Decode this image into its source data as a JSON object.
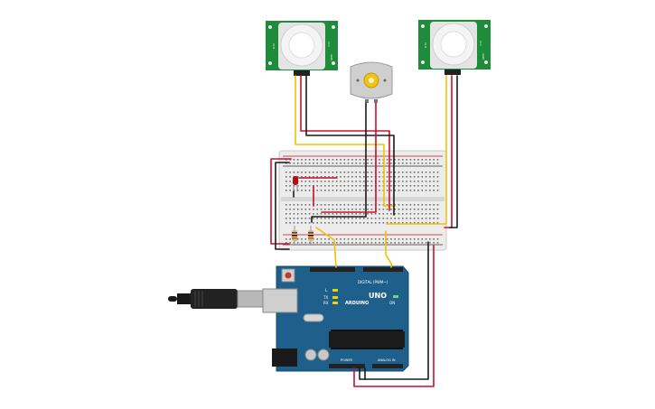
{
  "pir_left": {
    "labels": [
      "OUT",
      "VCC",
      "GND"
    ]
  },
  "pir_right": {
    "labels": [
      "OUT",
      "VCC",
      "GND"
    ]
  },
  "arduino": {
    "brand": "ARDUINO",
    "model": "UNO",
    "digital_label": "DIGITAL (PWM~)",
    "power_label": "POWER",
    "analog_label": "ANALOG IN",
    "tx_label": "TX",
    "rx_label": "RX",
    "l_label": "L",
    "on_label": "ON"
  },
  "colors": {
    "wire_red": "#c8102e",
    "wire_black": "#1a1a1a",
    "wire_yellow": "#f2c200",
    "pir_board": "#1e8c3a",
    "arduino_board": "#1f5f8b",
    "breadboard": "#e9e9e9",
    "motor": "#cfcfcf",
    "led": "#b01010"
  }
}
